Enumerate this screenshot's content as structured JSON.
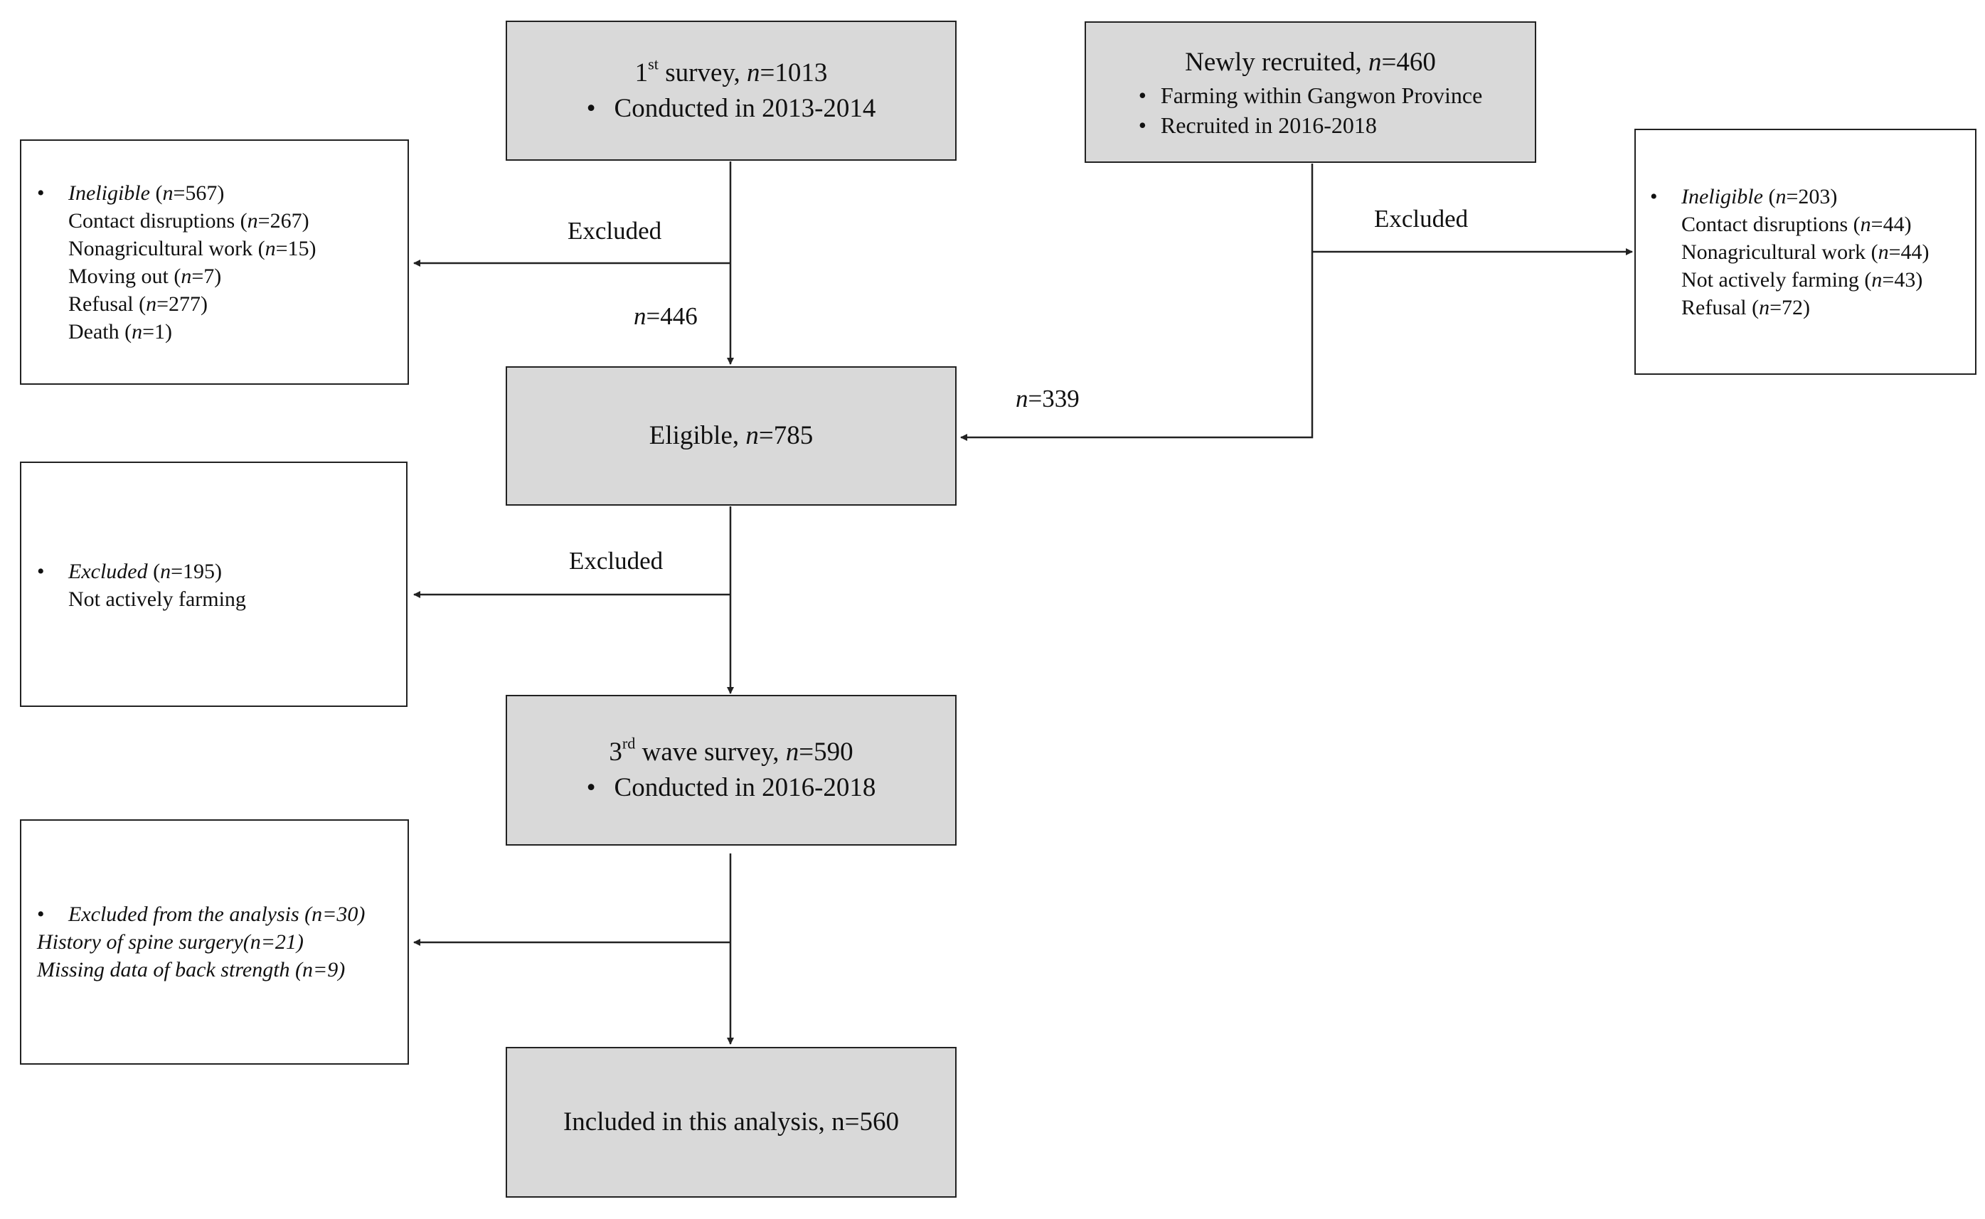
{
  "boxes": {
    "first_survey": {
      "title_pre": "1",
      "title_sup": "st",
      "title_mid": " survey, ",
      "n_label": "n",
      "n_value": "=1013",
      "bullet": "Conducted in 2013-2014"
    },
    "newly_recruited": {
      "title_pre": "Newly recruited, ",
      "n_label": "n",
      "n_value": "=460",
      "bullets": [
        "Farming within Gangwon Province",
        "Recruited in 2016-2018"
      ]
    },
    "eligible": {
      "title_pre": "Eligible, ",
      "n_label": "n",
      "n_value": "=785"
    },
    "third_wave": {
      "title_pre": "3",
      "title_sup": "rd",
      "title_mid": " wave survey, ",
      "n_label": "n",
      "n_value": "=590",
      "bullet": "Conducted in 2016-2018"
    },
    "included": {
      "title": "Included in this analysis, n=560"
    }
  },
  "side_boxes": {
    "ineligible_left": {
      "head_label": "Ineligible",
      "head_n_pre": " (",
      "head_n": "n",
      "head_n_value": "=567)",
      "items": [
        {
          "label": "Contact disruptions (",
          "n": "n",
          "value": "=267)"
        },
        {
          "label": "Nonagricultural work (",
          "n": "n",
          "value": "=15)"
        },
        {
          "label": "Moving out (",
          "n": "n",
          "value": "=7)"
        },
        {
          "label": "Refusal (",
          "n": "n",
          "value": "=277)"
        },
        {
          "label": "Death (",
          "n": "n",
          "value": "=1)"
        }
      ]
    },
    "ineligible_right": {
      "head_label": "Ineligible",
      "head_n_pre": " (",
      "head_n": "n",
      "head_n_value": "=203)",
      "items": [
        {
          "label": "Contact disruptions (",
          "n": "n",
          "value": "=44)"
        },
        {
          "label": "Nonagricultural work (",
          "n": "n",
          "value": "=44)"
        },
        {
          "label": "Not actively farming (",
          "n": "n",
          "value": "=43)"
        },
        {
          "label": "Refusal (",
          "n": "n",
          "value": "=72)"
        }
      ]
    },
    "excluded_farming": {
      "head_label": "Excluded",
      "head_n_pre": " (",
      "head_n": "n",
      "head_n_value": "=195)",
      "items": [
        "Not actively farming"
      ]
    },
    "excluded_analysis": {
      "head": "Excluded from the analysis (n=30)",
      "items": [
        "History of spine surgery(n=21)",
        "Missing data of back strength (n=9)"
      ]
    }
  },
  "labels": {
    "excluded_1": "Excluded",
    "excluded_right": "Excluded",
    "excluded_2": "Excluded",
    "n446_n": "n",
    "n446_value": "=446",
    "n339_n": "n",
    "n339_value": "=339"
  }
}
